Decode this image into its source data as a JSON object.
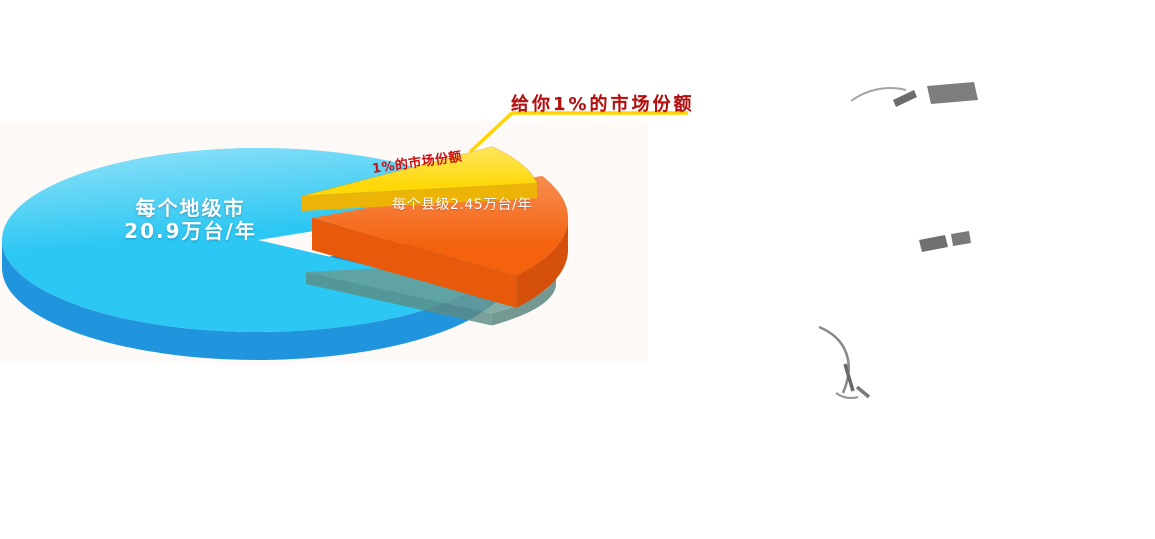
{
  "chart_data": {
    "type": "pie",
    "style": "3d-exploded-pie",
    "title": "",
    "legend": "none",
    "background": "#ffffff",
    "slices": [
      {
        "label": "每个地级市 20.9万台/年",
        "value": 20.9,
        "unit": "万台/年",
        "color": "#2cc7f3",
        "side_color": "#2095de",
        "exploded": false
      },
      {
        "label": "每个县级2.45万台/年",
        "value": 2.45,
        "unit": "万台/年",
        "color": "#f4620e",
        "side_color": "#d5500b",
        "exploded": true
      },
      {
        "label": "1%的市场份额",
        "value": 1,
        "unit": "%",
        "color": "#ffd808",
        "side_color": "#ecb407",
        "exploded": true
      },
      {
        "label": "",
        "value": null,
        "unit": "",
        "color": "#6b9c94",
        "side_color": "#55857d",
        "exploded": true,
        "note": "translucent ghost slice without label"
      }
    ],
    "annotation": {
      "text": "给你1%的市场份额",
      "text_color": "#b40d0d",
      "leader_line_color": "#ffd400",
      "target_slice": "1%的市场份额"
    }
  },
  "labels": {
    "callout": "给你1%的市场份额",
    "yellow_slice": "1%的市场份额",
    "orange_slice": "每个县级2.45万台/年",
    "main_slice_line1": "每个地级市",
    "main_slice_line2": "20.9万台/年"
  },
  "colors": {
    "main_top": "#2cc7f3",
    "main_side": "#2095de",
    "main_floor": "#1b86cd",
    "ghost_top": "#6b9c94",
    "ghost_side": "#55857d",
    "ghost_cut": "#5d8d85",
    "orange_top": "#f4620e",
    "orange_side": "#d5500b",
    "orange_cut": "#e8590b",
    "yellow_top": "#ffd808",
    "yellow_side": "#ecb407",
    "leader_line": "#ffd400",
    "callout_text": "#b40d0d",
    "yellow_label_text": "#cc1010",
    "white_label_text": "#ffffff",
    "sketch_gray": "#6e6e6e"
  }
}
